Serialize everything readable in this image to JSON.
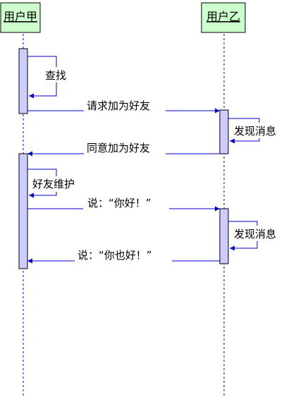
{
  "diagram": {
    "type": "sequence",
    "colors": {
      "actor_fill": "#ccffcc",
      "actor_border": "#000000",
      "activation_fill": "#ccccff",
      "line": "#0000cc"
    },
    "actors": [
      {
        "id": "A",
        "label": "用户甲"
      },
      {
        "id": "B",
        "label": "用户乙"
      }
    ],
    "messages": [
      {
        "from": "A",
        "to": "A",
        "label": "查找",
        "kind": "self"
      },
      {
        "from": "A",
        "to": "B",
        "label": "请求加为好友",
        "kind": "call"
      },
      {
        "from": "B",
        "to": "B",
        "label": "发现消息",
        "kind": "self"
      },
      {
        "from": "B",
        "to": "A",
        "label": "同意加为好友",
        "kind": "call"
      },
      {
        "from": "A",
        "to": "A",
        "label": "好友维护",
        "kind": "self"
      },
      {
        "from": "A",
        "to": "B",
        "label": "说：“你好！”",
        "kind": "call"
      },
      {
        "from": "B",
        "to": "B",
        "label": "发现消息",
        "kind": "self"
      },
      {
        "from": "B",
        "to": "A",
        "label": "说：“你也好！”",
        "kind": "call"
      }
    ]
  }
}
